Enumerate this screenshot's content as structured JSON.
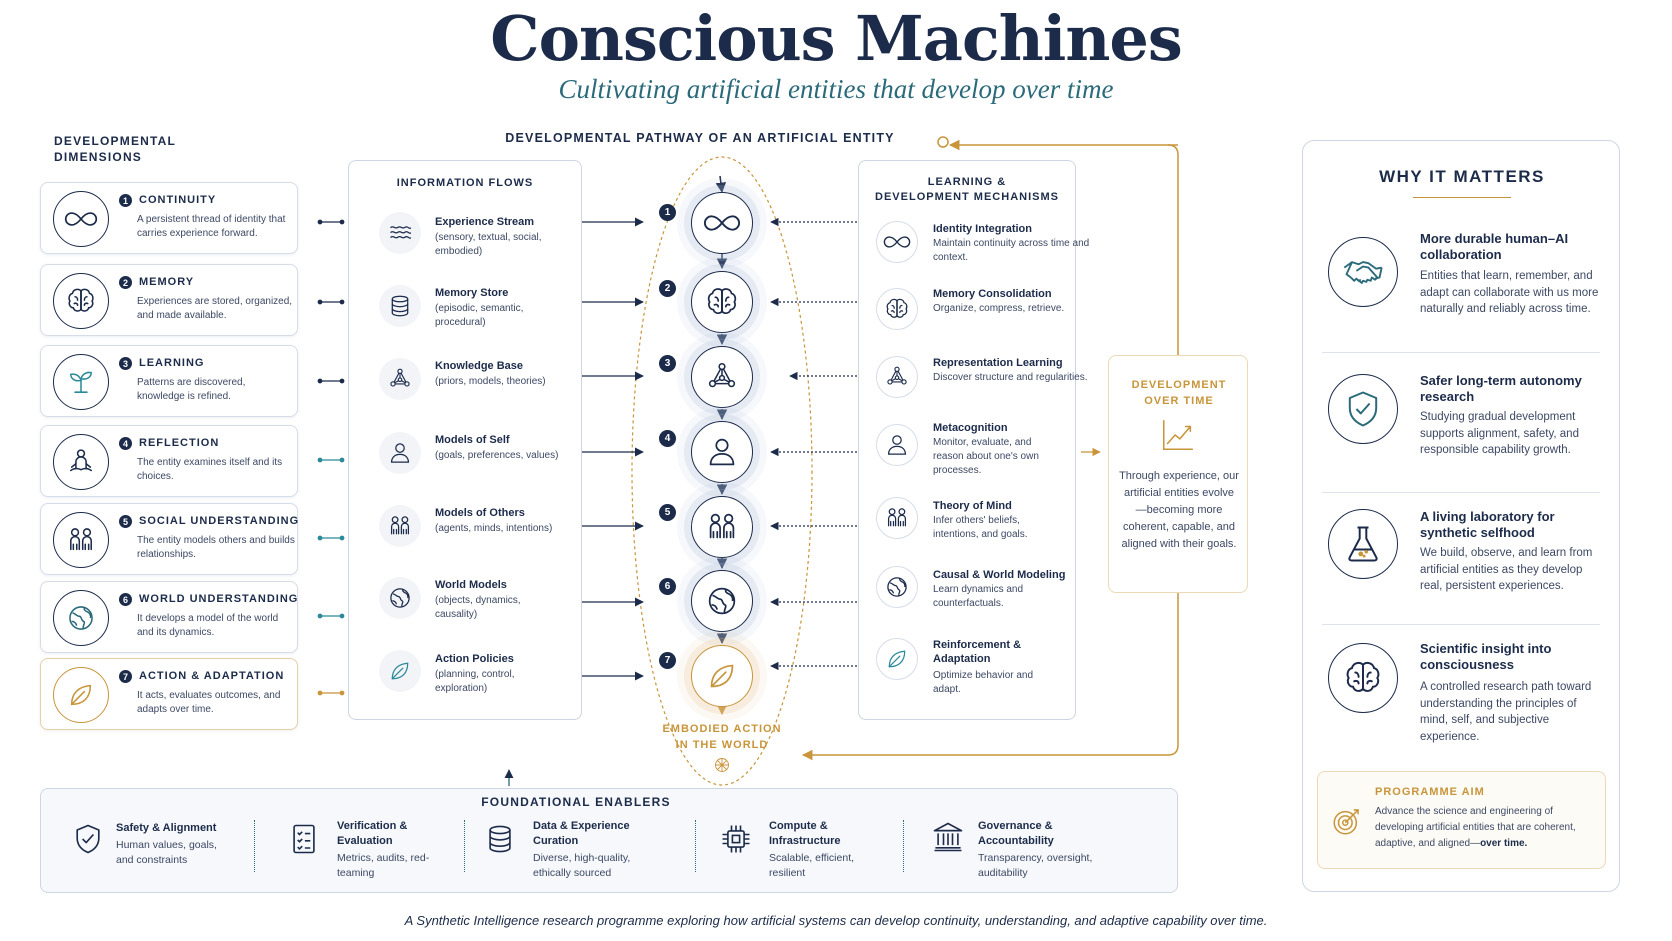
{
  "header": {
    "title": "Conscious Machines",
    "subtitle": "Cultivating artificial entities that develop over time"
  },
  "dimensions": {
    "heading_line1": "DEVELOPMENTAL",
    "heading_line2": "DIMENSIONS",
    "items": [
      {
        "num": "1",
        "title": "CONTINUITY",
        "desc": "A persistent thread of identity that carries experience forward.",
        "icon": "infinity-icon"
      },
      {
        "num": "2",
        "title": "MEMORY",
        "desc": "Experiences are stored, organized, and made available.",
        "icon": "brain-icon"
      },
      {
        "num": "3",
        "title": "LEARNING",
        "desc": "Patterns are discovered, knowledge is refined.",
        "icon": "sprout-icon"
      },
      {
        "num": "4",
        "title": "REFLECTION",
        "desc": "The entity examines itself and its choices.",
        "icon": "meditation-icon"
      },
      {
        "num": "5",
        "title": "SOCIAL UNDERSTANDING",
        "desc": "The entity models others and builds relationships.",
        "icon": "people-icon"
      },
      {
        "num": "6",
        "title": "WORLD UNDERSTANDING",
        "desc": "It develops a model of the world and its dynamics.",
        "icon": "globe-icon"
      },
      {
        "num": "7",
        "title": "ACTION & ADAPTATION",
        "desc": "It acts, evaluates outcomes, and adapts over time.",
        "icon": "leaf-icon"
      }
    ]
  },
  "pathway": {
    "heading": "DEVELOPMENTAL PATHWAY OF AN ARTIFICIAL ENTITY",
    "bottom_label_line1": "EMBODIED ACTION",
    "bottom_label_line2": "IN THE WORLD"
  },
  "info_flows": {
    "heading": "INFORMATION FLOWS",
    "items": [
      {
        "title": "Experience Stream",
        "desc": "(sensory, textual, social, embodied)",
        "icon": "waves-icon"
      },
      {
        "title": "Memory Store",
        "desc": "(episodic, semantic, procedural)",
        "icon": "database-icon"
      },
      {
        "title": "Knowledge Base",
        "desc": "(priors, models, theories)",
        "icon": "network-icon"
      },
      {
        "title": "Models of Self",
        "desc": "(goals, preferences, values)",
        "icon": "person-icon"
      },
      {
        "title": "Models of Others",
        "desc": "(agents, minds, intentions)",
        "icon": "people-icon"
      },
      {
        "title": "World Models",
        "desc": "(objects, dynamics, causality)",
        "icon": "globe-icon"
      },
      {
        "title": "Action Policies",
        "desc": "(planning, control, exploration)",
        "icon": "leaf-icon"
      }
    ]
  },
  "mechanisms": {
    "heading_line1": "LEARNING &",
    "heading_line2": "DEVELOPMENT MECHANISMS",
    "items": [
      {
        "title": "Identity Integration",
        "desc": "Maintain continuity across time and context.",
        "icon": "infinity-icon"
      },
      {
        "title": "Memory Consolidation",
        "desc": "Organize, compress, retrieve.",
        "icon": "brain-icon"
      },
      {
        "title": "Representation Learning",
        "desc": "Discover structure and regularities.",
        "icon": "network-icon"
      },
      {
        "title": "Metacognition",
        "desc": "Monitor, evaluate, and reason about one's own processes.",
        "icon": "person-icon"
      },
      {
        "title": "Theory of Mind",
        "desc": "Infer others' beliefs, intentions, and goals.",
        "icon": "people-icon"
      },
      {
        "title": "Causal & World Modeling",
        "desc": "Learn dynamics and counterfactuals.",
        "icon": "globe-icon"
      },
      {
        "title": "Reinforcement & Adaptation",
        "desc": "Optimize behavior and adapt.",
        "icon": "leaf-icon"
      }
    ]
  },
  "development": {
    "heading_line1": "DEVELOPMENT",
    "heading_line2": "OVER TIME",
    "desc": "Through experience, our artificial entities evolve—becoming more coherent, capable, and aligned with their goals."
  },
  "why": {
    "heading": "WHY IT MATTERS",
    "items": [
      {
        "title": "More durable human–AI collaboration",
        "desc": "Entities that learn, remember, and adapt can collaborate with us more naturally and reliably across time.",
        "icon": "handshake-icon"
      },
      {
        "title": "Safer long-term autonomy research",
        "desc": "Studying gradual development supports alignment, safety, and responsible capability growth.",
        "icon": "shield-check-icon"
      },
      {
        "title": "A living laboratory for synthetic selfhood",
        "desc": "We build, observe, and learn from artificial entities as they develop real, persistent experiences.",
        "icon": "flask-icon"
      },
      {
        "title": "Scientific insight into consciousness",
        "desc": "A controlled research path toward understanding the principles of mind, self, and subjective experience.",
        "icon": "brain-icon"
      }
    ],
    "aim_heading": "PROGRAMME AIM",
    "aim_text": "Advance the science and engineering of developing artificial entities that are coherent, adaptive, and aligned—",
    "aim_bold": "over time."
  },
  "enablers": {
    "heading": "FOUNDATIONAL ENABLERS",
    "items": [
      {
        "title": "Safety & Alignment",
        "desc": "Human values, goals, and constraints",
        "icon": "shield-check-icon"
      },
      {
        "title": "Verification & Evaluation",
        "desc": "Metrics, audits, red-teaming",
        "icon": "checklist-icon"
      },
      {
        "title": "Data & Experience Curation",
        "desc": "Diverse, high-quality, ethically sourced",
        "icon": "database-icon"
      },
      {
        "title": "Compute & Infrastructure",
        "desc": "Scalable, efficient, resilient",
        "icon": "chip-icon"
      },
      {
        "title": "Governance & Accountability",
        "desc": "Transparency, oversight, auditability",
        "icon": "institution-icon"
      }
    ]
  },
  "footer": "A Synthetic Intelligence research programme exploring how artificial systems can develop continuity, understanding, and adaptive capability over time.",
  "colors": {
    "navy": "#1c2b4a",
    "gold": "#c8953a",
    "teal": "#2b6a7a"
  }
}
